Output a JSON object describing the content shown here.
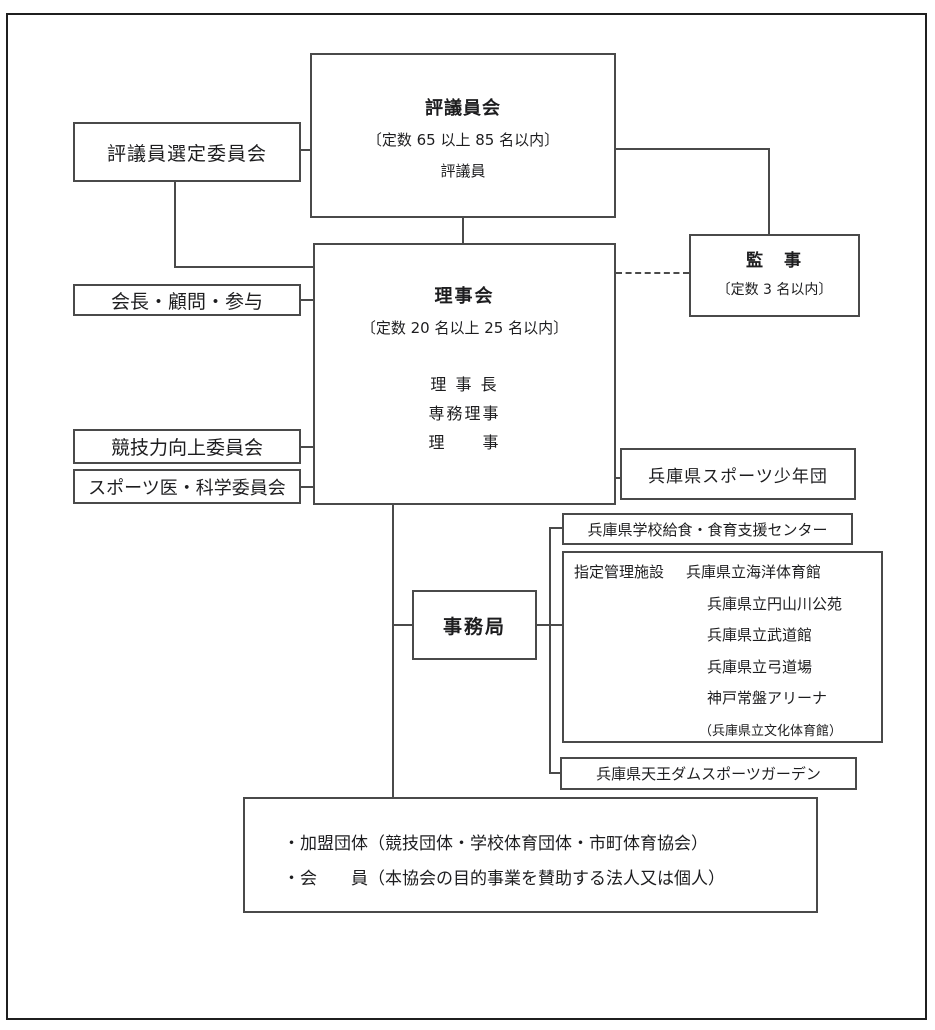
{
  "diagram_title": "organization-chart",
  "council": {
    "title": "評議員会",
    "capacity": "〔定数 65 以上 85 名以内〕",
    "member": "評議員"
  },
  "selection_committee": {
    "label": "評議員選定委員会"
  },
  "board": {
    "title": "理事会",
    "capacity": "〔定数 20 名以上 25 名以内〕",
    "roles": [
      "理 事 長",
      "専務理事",
      "理　　事"
    ]
  },
  "auditors": {
    "title": "監　事",
    "capacity": "〔定数 3 名以内〕"
  },
  "chairman_advisors": {
    "label": "会長・顧問・参与"
  },
  "performance_committee": {
    "label": "競技力向上委員会"
  },
  "sports_medicine_committee": {
    "label": "スポーツ医・科学委員会"
  },
  "junior_sports_club": {
    "label": "兵庫県スポーツ少年団"
  },
  "secretariat": {
    "label": "事務局"
  },
  "school_lunch_center": {
    "label": "兵庫県学校給食・食育支援センター"
  },
  "managed_facilities": {
    "heading": "指定管理施設",
    "items": [
      "兵庫県立海洋体育館",
      "兵庫県立円山川公苑",
      "兵庫県立武道館",
      "兵庫県立弓道場",
      "神戸常盤アリーナ",
      "（兵庫県立文化体育館）"
    ]
  },
  "tenno_dam_garden": {
    "label": "兵庫県天王ダムスポーツガーデン"
  },
  "membership": {
    "lines": [
      "・加盟団体（競技団体・学校体育団体・市町体育協会）",
      "・会　　員（本協会の目的事業を賛助する法人又は個人）"
    ]
  },
  "colors": {
    "line": "#4a4a4a",
    "frame": "#1f1f1f",
    "background": "#ffffff",
    "text": "#1d1d1f"
  }
}
